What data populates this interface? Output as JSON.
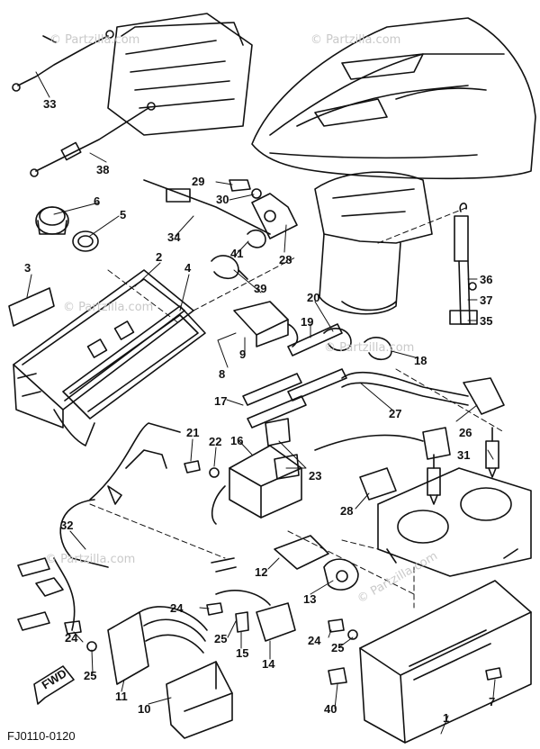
{
  "diagram": {
    "drawing_code": "FJ0110-0120",
    "watermark": "© Partzilla.com",
    "fwd_tag": "FWD",
    "callouts": [
      "1",
      "2",
      "3",
      "4",
      "5",
      "6",
      "7",
      "8",
      "9",
      "10",
      "11",
      "12",
      "13",
      "14",
      "15",
      "16",
      "17",
      "18",
      "19",
      "20",
      "21",
      "22",
      "23",
      "24",
      "24",
      "24",
      "25",
      "25",
      "25",
      "26",
      "27",
      "28",
      "28",
      "29",
      "30",
      "31",
      "32",
      "33",
      "34",
      "35",
      "36",
      "37",
      "38",
      "39",
      "40",
      "41"
    ]
  }
}
